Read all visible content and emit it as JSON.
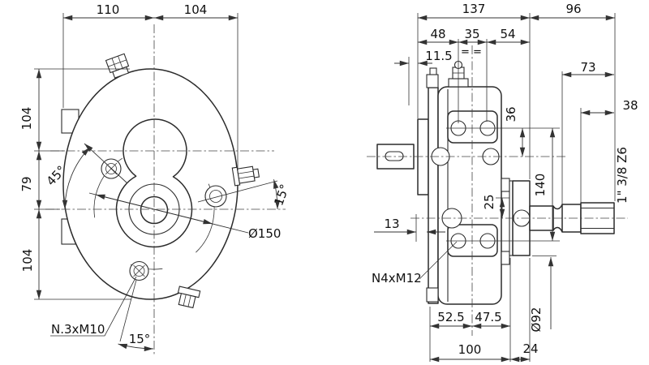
{
  "front": {
    "d110": "110",
    "d104_top": "104",
    "d104_upper": "104",
    "d79": "79",
    "d104_lower": "104",
    "angle45": "45°",
    "angle15_right": "15°",
    "angle15_bottom": "15°",
    "bolt_circle_dia": "Ø150",
    "screw_note": "N.3xM10"
  },
  "side": {
    "d137": "137",
    "d96": "96",
    "d48": "48",
    "d35": "35",
    "d54": "54",
    "d115": "11.5",
    "equal_marks": "= =",
    "d73": "73",
    "d38": "38",
    "d36": "36",
    "d140": "140",
    "d25": "25",
    "d13": "13",
    "screw_note": "N4xM12",
    "d525": "52.5",
    "d475": "47.5",
    "d100": "100",
    "d24": "24",
    "flange_dia": "Ø92",
    "spline_spec": "1\" 3/8 Z6"
  },
  "colors": {
    "line": "#2b2b2b",
    "background": "#ffffff"
  }
}
